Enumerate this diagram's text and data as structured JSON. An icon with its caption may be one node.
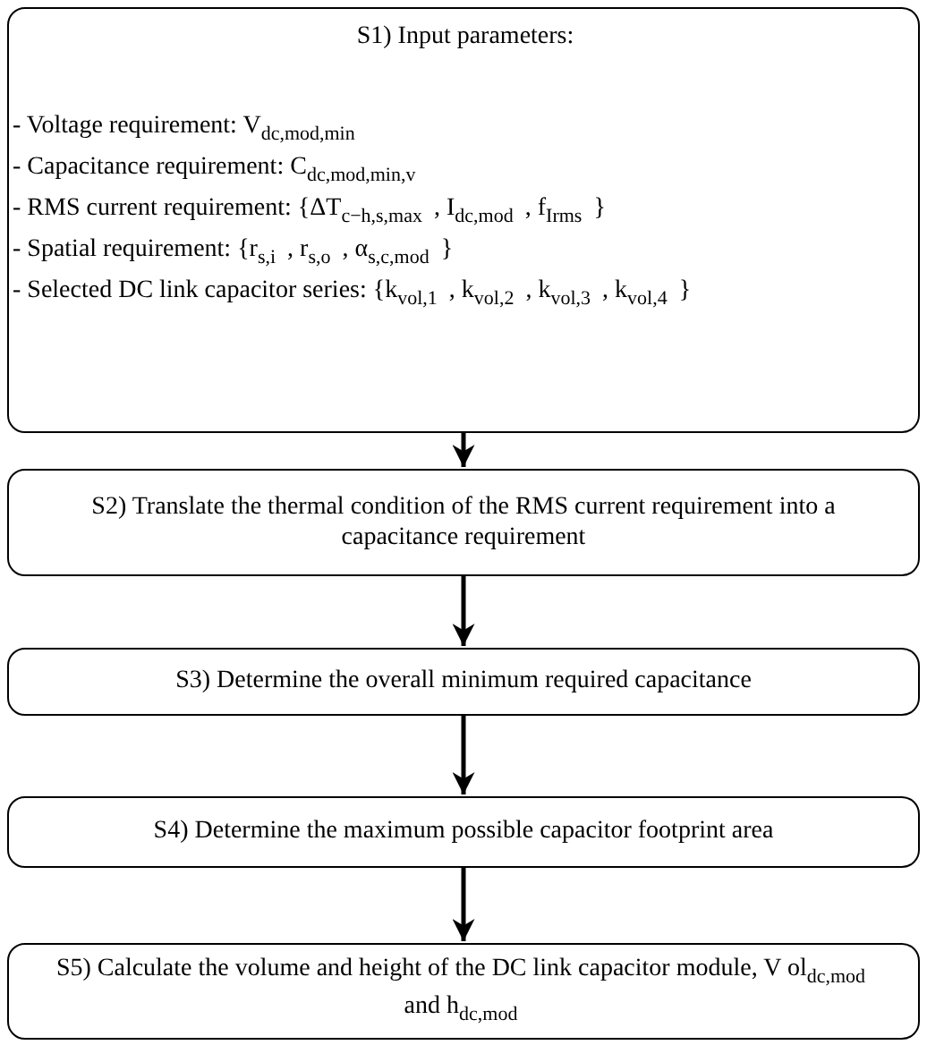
{
  "diagram": {
    "nodes": [
      {
        "text": [
          "S1) Input parameters:",
          "- Voltage requirement: V$_{dc,mod,min}$",
          "- Capacitance requirement: C$_{dc,mod,min,v}$",
          "- RMS current requirement: {ΔT$_{c−h,s,max}$ , I$_{dc,mod}$ , f$_{Irms}$ }",
          "- Spatial requirement: {r$_{s,i}$ , r$_{s,o}$ , α$_{s,c,mod}$ }",
          "- Selected DC link capacitor series: {k$_{vol,1}$ , k$_{vol,2}$ , k$_{vol,3}$ , k$_{vol,4}$ }"
        ]
      },
      {
        "text": [
          "S2) Translate the thermal condition of the RMS current requirement into a capacitance requirement"
        ]
      },
      {
        "text": [
          "S3) Determine the overall minimum required capacitance"
        ]
      },
      {
        "text": [
          "S4) Determine the maximum possible capacitor footprint area"
        ]
      },
      {
        "text": [
          "S5) Calculate the volume and height of the DC link capacitor module, V ol$_{dc,mod}$ and h$_{dc,mod}$"
        ]
      }
    ],
    "edges": [
      {
        "from": 0,
        "to": 1,
        "arrow": "to"
      },
      {
        "from": 1,
        "to": 2,
        "arrow": "to"
      },
      {
        "from": 2,
        "to": 3,
        "arrow": "to"
      },
      {
        "from": 3,
        "to": 4,
        "arrow": "to"
      }
    ]
  }
}
